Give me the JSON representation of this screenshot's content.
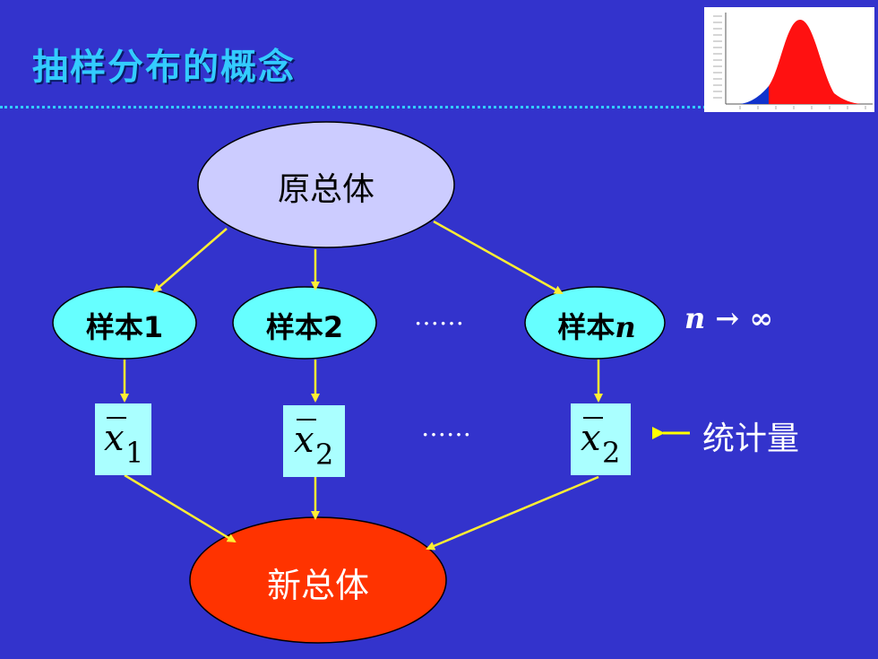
{
  "slide": {
    "title": "抽样分布的概念",
    "colors": {
      "background": "#3333cc",
      "title": "#33ccff",
      "arrow": "#ffee33",
      "origin_node": "#ccccff",
      "sample_node": "#66ffff",
      "stat_box": "#aaffff",
      "new_node": "#ff3300"
    }
  },
  "thumbnail": {
    "icon": "normal-distribution-thumbnail-icon"
  },
  "diagram": {
    "origin": "原总体",
    "samples": [
      {
        "prefix": "样本",
        "suffix": "1"
      },
      {
        "prefix": "样本",
        "suffix": "2"
      },
      {
        "prefix": "样本",
        "suffix": "n"
      }
    ],
    "ellipsis": "……",
    "limit": "n → ∞",
    "stats": [
      {
        "var": "x",
        "sub": "1"
      },
      {
        "var": "x",
        "sub": "2"
      },
      {
        "var": "x",
        "sub": "2"
      }
    ],
    "stat_label": "统计量",
    "new_population": "新总体"
  }
}
